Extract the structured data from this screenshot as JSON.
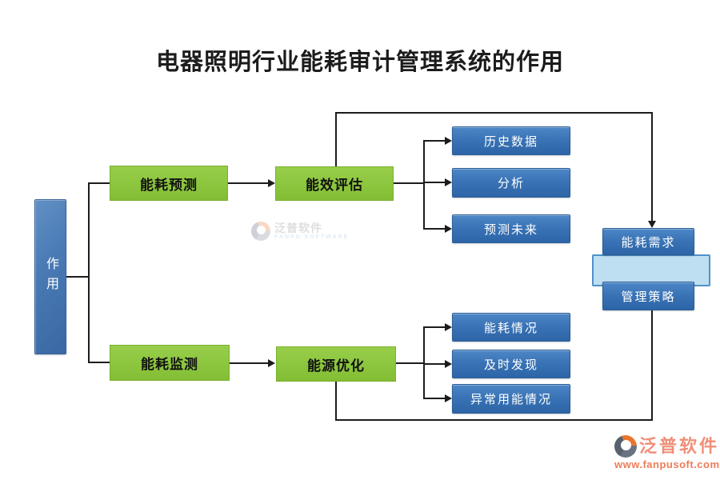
{
  "title": "电器照明行业能耗审计管理系统的作用",
  "diagram": {
    "root_label": "作用",
    "rows": [
      {
        "step1": "能耗预测",
        "step2": "能效评估",
        "outputs": [
          "历史数据",
          "分析",
          "预测未来"
        ]
      },
      {
        "step1": "能耗监测",
        "step2": "能源优化",
        "outputs": [
          "能耗情况",
          "及时发现",
          "异常用能情况"
        ]
      }
    ],
    "results": {
      "top": "能耗需求",
      "bottom": "管理策略"
    }
  },
  "watermark": {
    "brand": "泛普软件",
    "subtitle": "FANPU SOFTWARE"
  },
  "footer": {
    "brand": "泛普软件",
    "url": "www.fanpusoft.com"
  },
  "colors": {
    "process_green": "#8cc63e",
    "node_blue": "#3a74b6",
    "result_band_blue": "#bedff2",
    "connector_black": "#1c1c1c",
    "footer_orange": "#ec7d58"
  }
}
